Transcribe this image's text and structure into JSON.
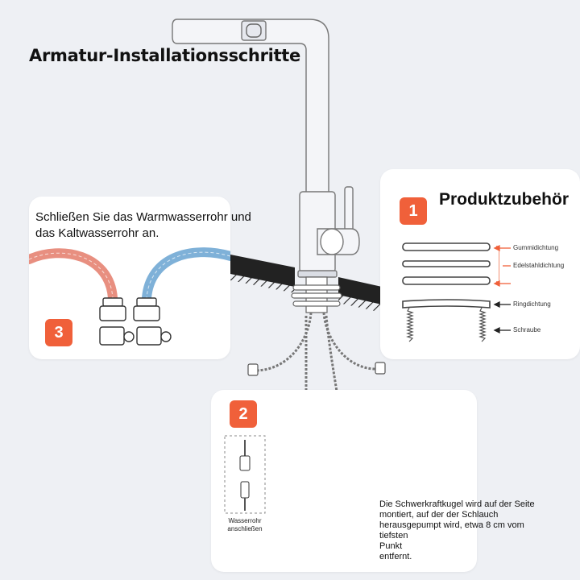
{
  "title": "Armatur-Installationsschritte",
  "steps": {
    "step3": {
      "number": "3",
      "text_line1": "Schließen Sie das Warmwasserrohr und",
      "text_line2": "das Kaltwasserrohr an."
    },
    "step1": {
      "number": "1",
      "title": "Produktzubehör",
      "labels": [
        "Gummidichtung",
        "Edelstahldichtung",
        "Ringdichtung",
        "Schraube"
      ]
    },
    "step2": {
      "number": "2",
      "hose_label_line1": "Wasserrohr",
      "hose_label_line2": "anschließen",
      "note_lines": [
        "Die Schwerkraftkugel wird auf der Seite",
        "montiert, auf der der Schlauch",
        "herausgepumpt wird, etwa 8 cm vom",
        "tiefsten",
        "Punkt",
        "entfernt."
      ]
    }
  },
  "colors": {
    "accent": "#f0603a",
    "background": "#eef0f4",
    "card": "#ffffff",
    "hot_hose": "#e88f80",
    "cold_hose": "#7fb1d8"
  }
}
